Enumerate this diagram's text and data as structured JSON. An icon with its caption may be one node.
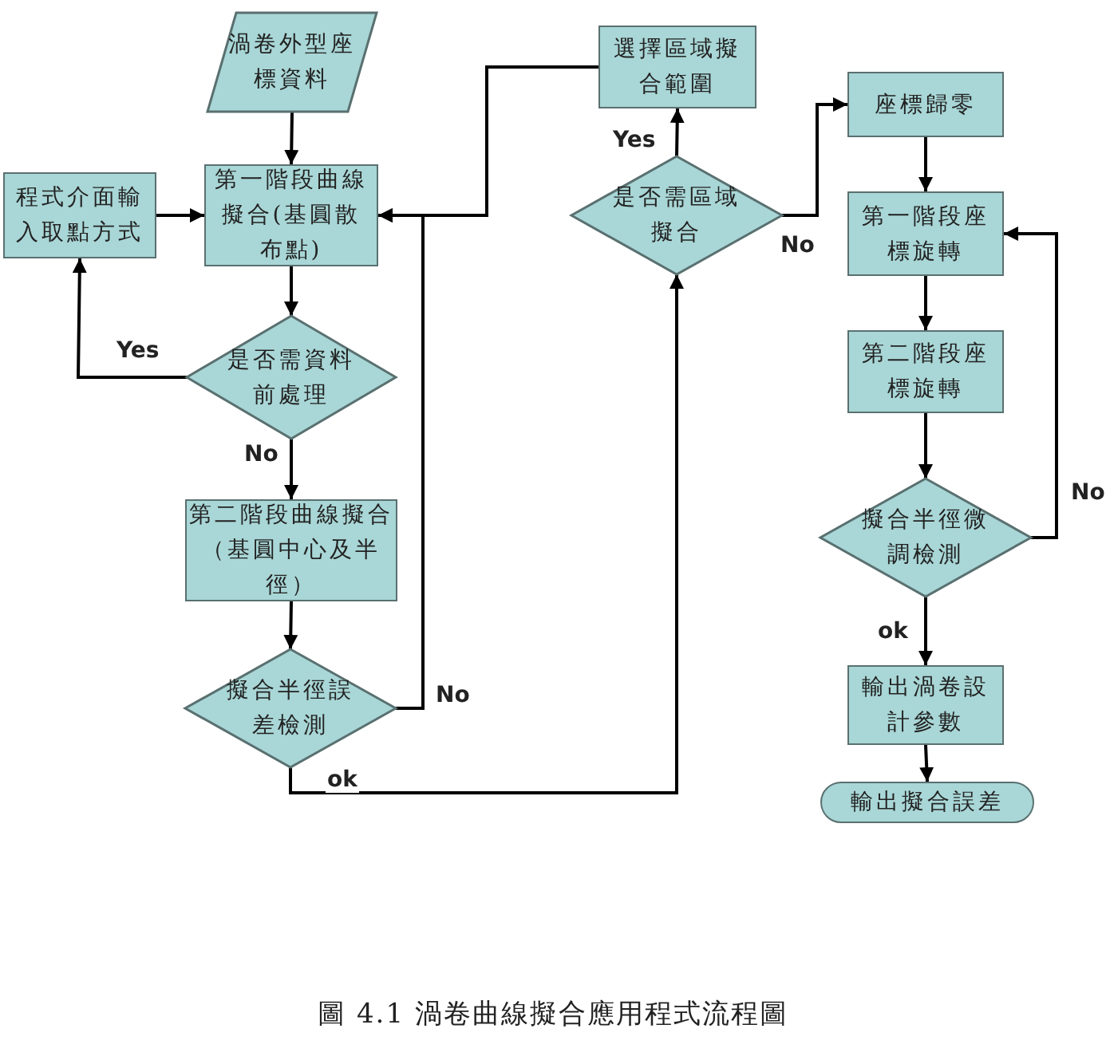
{
  "diagram": {
    "caption": "圖 4.1 渦卷曲線擬合應用程式流程圖",
    "nodes": [
      {
        "text": [
          "渦卷外型座標資料"
        ]
      },
      {
        "text": [
          "程式介面輸入取點方式"
        ]
      },
      {
        "text": [
          "第一階段曲線擬合(基圓散布點)"
        ]
      },
      {
        "text": [
          "是否需資料前處理"
        ]
      },
      {
        "text": [
          "第二階段曲線擬合（基圓中心及半徑）"
        ]
      },
      {
        "text": [
          "擬合半徑誤差檢測"
        ]
      },
      {
        "text": [
          "是否需區域擬合"
        ]
      },
      {
        "text": [
          "選擇區域擬合範圍"
        ]
      },
      {
        "text": [
          "座標歸零"
        ]
      },
      {
        "text": [
          "第一階段座標旋轉"
        ]
      },
      {
        "text": [
          "第二階段座標旋轉"
        ]
      },
      {
        "text": [
          "擬合半徑微調檢測"
        ]
      },
      {
        "text": [
          "輸出渦卷設計參數"
        ]
      },
      {
        "text": [
          "輸出擬合誤差"
        ]
      }
    ],
    "edges": [
      {
        "from": 0,
        "to": 2,
        "arrow": "to"
      },
      {
        "from": 1,
        "to": 2,
        "arrow": "to"
      },
      {
        "from": 2,
        "to": 3,
        "arrow": "to"
      },
      {
        "from": 3,
        "to": 1,
        "arrow": "to",
        "label": "Yes"
      },
      {
        "from": 3,
        "to": 4,
        "arrow": "to",
        "label": "No"
      },
      {
        "from": 4,
        "to": 5,
        "arrow": "to"
      },
      {
        "from": 5,
        "to": 2,
        "arrow": "to",
        "label": "No"
      },
      {
        "from": 5,
        "to": 6,
        "arrow": "to",
        "label": "ok"
      },
      {
        "from": 6,
        "to": 7,
        "arrow": "to",
        "label": "Yes"
      },
      {
        "from": 7,
        "to": 2,
        "arrow": "to"
      },
      {
        "from": 6,
        "to": 8,
        "arrow": "to",
        "label": "No"
      },
      {
        "from": 8,
        "to": 9,
        "arrow": "to"
      },
      {
        "from": 9,
        "to": 10,
        "arrow": "to"
      },
      {
        "from": 10,
        "to": 11,
        "arrow": "to"
      },
      {
        "from": 11,
        "to": 9,
        "arrow": "to",
        "label": "No"
      },
      {
        "from": 11,
        "to": 12,
        "arrow": "to",
        "label": "ok"
      },
      {
        "from": 12,
        "to": 13,
        "arrow": "to"
      }
    ]
  }
}
